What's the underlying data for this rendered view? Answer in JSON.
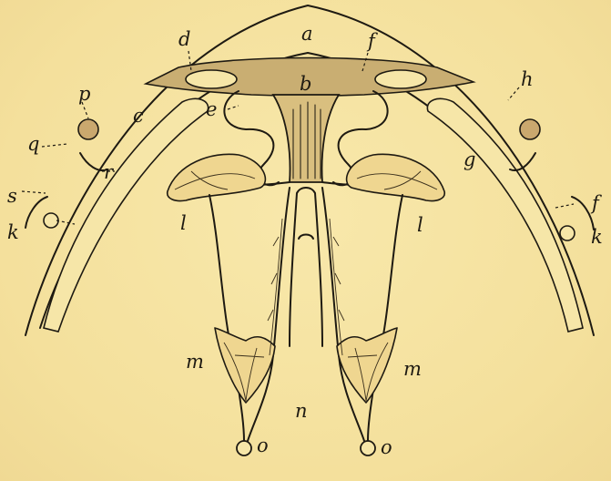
{
  "labels": {
    "a": "a",
    "b": "b",
    "c": "c",
    "d": "d",
    "e": "e",
    "f": "f",
    "g": "g",
    "h": "h",
    "k": "k",
    "l": "l",
    "m": "m",
    "n": "n",
    "o": "o",
    "p": "p",
    "q": "q",
    "r": "r",
    "s": "s"
  }
}
